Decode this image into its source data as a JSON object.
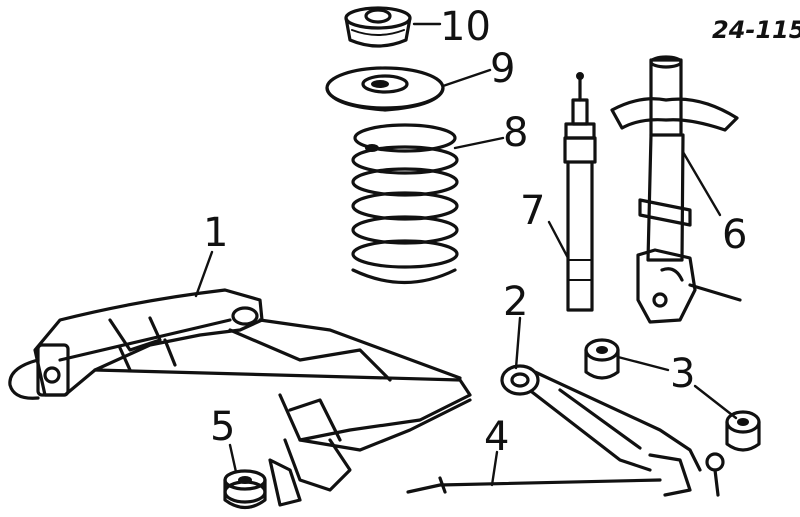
{
  "diagram": {
    "reference_code": "24-115",
    "callouts": [
      {
        "id": "1",
        "label": "1"
      },
      {
        "id": "2",
        "label": "2"
      },
      {
        "id": "3",
        "label": "3"
      },
      {
        "id": "4",
        "label": "4"
      },
      {
        "id": "5",
        "label": "5"
      },
      {
        "id": "6",
        "label": "6"
      },
      {
        "id": "7",
        "label": "7"
      },
      {
        "id": "8",
        "label": "8"
      },
      {
        "id": "9",
        "label": "9"
      },
      {
        "id": "10",
        "label": "10"
      }
    ],
    "colors": {
      "ink": "#111111",
      "background": "#ffffff"
    }
  }
}
